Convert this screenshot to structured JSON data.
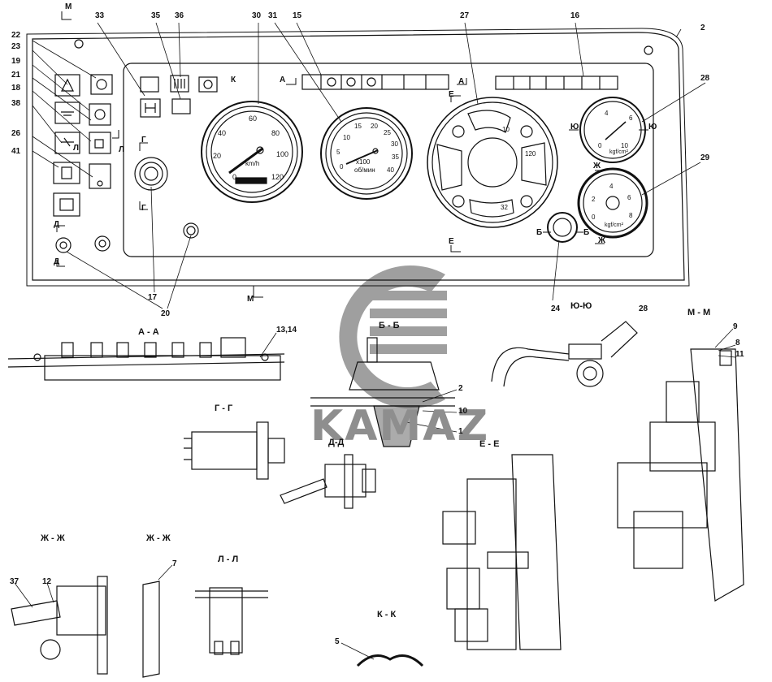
{
  "callouts": [
    {
      "id": "c2",
      "text": "2"
    },
    {
      "id": "c33",
      "text": "33"
    },
    {
      "id": "c35",
      "text": "35"
    },
    {
      "id": "c36",
      "text": "36"
    },
    {
      "id": "c30",
      "text": "30"
    },
    {
      "id": "c31",
      "text": "31"
    },
    {
      "id": "c15",
      "text": "15"
    },
    {
      "id": "c27",
      "text": "27"
    },
    {
      "id": "c16",
      "text": "16"
    },
    {
      "id": "c22",
      "text": "22"
    },
    {
      "id": "c23",
      "text": "23"
    },
    {
      "id": "c19",
      "text": "19"
    },
    {
      "id": "c21",
      "text": "21"
    },
    {
      "id": "c18",
      "text": "18"
    },
    {
      "id": "c38",
      "text": "38"
    },
    {
      "id": "c26",
      "text": "26"
    },
    {
      "id": "c41",
      "text": "41"
    },
    {
      "id": "c28",
      "text": "28"
    },
    {
      "id": "c29",
      "text": "29"
    },
    {
      "id": "c17",
      "text": "17"
    },
    {
      "id": "c20",
      "text": "20"
    },
    {
      "id": "c24",
      "text": "24"
    },
    {
      "id": "c13",
      "text": "13,14"
    },
    {
      "id": "c28b",
      "text": "28"
    },
    {
      "id": "c9",
      "text": "9"
    },
    {
      "id": "c8",
      "text": "8"
    },
    {
      "id": "c11",
      "text": "11"
    },
    {
      "id": "c2b",
      "text": "2"
    },
    {
      "id": "c10",
      "text": "10"
    },
    {
      "id": "c1",
      "text": "1"
    },
    {
      "id": "c37",
      "text": "37"
    },
    {
      "id": "c12",
      "text": "12"
    },
    {
      "id": "c7",
      "text": "7"
    },
    {
      "id": "c5",
      "text": "5"
    }
  ],
  "section_labels": {
    "aa": "А - А",
    "bb": "Б - Б",
    "yuyu": "Ю-Ю",
    "mm": "М - М",
    "gg": "Г - Г",
    "dd": "Д-Д",
    "ee": "Е - Е",
    "zh1": "Ж - Ж",
    "zh2": "Ж - Ж",
    "ll": "Л - Л",
    "kk": "К - К"
  },
  "cut_marks": {
    "m_top": "М",
    "m_bot": "М",
    "a_left": "А",
    "a_right": "А",
    "k": "К",
    "e_top": "Е",
    "e_bot": "Е",
    "yu_left": "Ю",
    "yu_right": "Ю",
    "zh_top": "Ж",
    "zh_bot": "Ж",
    "b_left": "Б",
    "b_right": "Б",
    "g_top": "Г",
    "g_bot": "Г",
    "d_top": "Д",
    "d_bot": "Д",
    "l": "Л",
    "l2": "Л"
  },
  "speedometer": {
    "unit": "km/h",
    "ticks": [
      {
        "t": "0"
      },
      {
        "t": "20"
      },
      {
        "t": "40"
      },
      {
        "t": "60"
      },
      {
        "t": "80"
      },
      {
        "t": "100"
      },
      {
        "t": "120"
      }
    ]
  },
  "tachometer": {
    "unit1": "x100",
    "unit2": "об/мин",
    "ticks": [
      {
        "t": "0"
      },
      {
        "t": "5"
      },
      {
        "t": "10"
      },
      {
        "t": "15"
      },
      {
        "t": "20"
      },
      {
        "t": "25"
      },
      {
        "t": "30"
      },
      {
        "t": "35"
      },
      {
        "t": "40"
      }
    ]
  },
  "combo_gauge": {
    "t1": "10",
    "t2": "120",
    "t3": "32"
  },
  "pressure_gauge_1": {
    "unit": "kgf/cm²",
    "ticks": [
      {
        "t": "0"
      },
      {
        "t": "4"
      },
      {
        "t": "6"
      },
      {
        "t": "10"
      }
    ]
  },
  "pressure_gauge_2": {
    "unit": "kgf/cm²",
    "ticks": [
      {
        "t": "0"
      },
      {
        "t": "2"
      },
      {
        "t": "4"
      },
      {
        "t": "6"
      },
      {
        "t": "8"
      }
    ]
  },
  "watermark": {
    "text": "KAMAZ"
  }
}
